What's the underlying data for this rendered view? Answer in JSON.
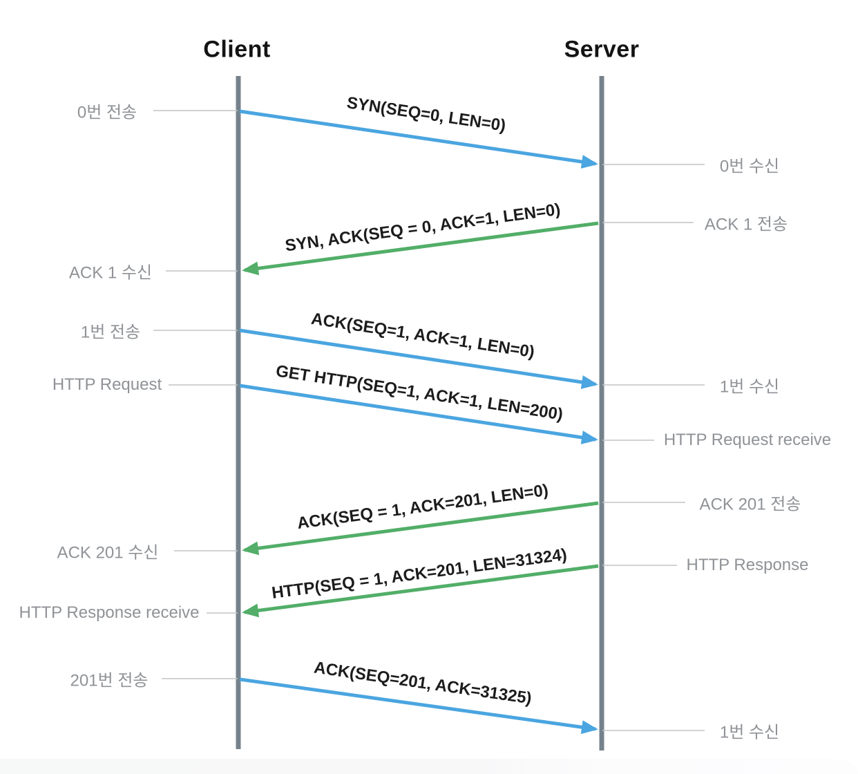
{
  "diagram": {
    "type": "sequence-diagram",
    "client_title": "Client",
    "server_title": "Server",
    "colors": {
      "client_to_server_arrow": "#4AA5E0",
      "server_to_client_arrow": "#52AE68",
      "lifeline": "#75828C",
      "connector_line": "#C0C3C5",
      "event_label": "#8F9296",
      "message_text": "#1C1C1C"
    },
    "messages": [
      {
        "text": "SYN(SEQ=0, LEN=0)",
        "from": "client",
        "to": "server",
        "color": "#4AA5E0"
      },
      {
        "text": "SYN, ACK(SEQ = 0, ACK=1, LEN=0)",
        "from": "server",
        "to": "client",
        "color": "#52AE68"
      },
      {
        "text": "ACK(SEQ=1, ACK=1, LEN=0)",
        "from": "client",
        "to": "server",
        "color": "#4AA5E0"
      },
      {
        "text": "GET HTTP(SEQ=1, ACK=1, LEN=200)",
        "from": "client",
        "to": "server",
        "color": "#4AA5E0"
      },
      {
        "text": "ACK(SEQ = 1, ACK=201, LEN=0)",
        "from": "server",
        "to": "client",
        "color": "#52AE68"
      },
      {
        "text": "HTTP(SEQ = 1, ACK=201, LEN=31324)",
        "from": "server",
        "to": "client",
        "color": "#52AE68"
      },
      {
        "text": "ACK(SEQ=201, ACK=31325)",
        "from": "client",
        "to": "server",
        "color": "#4AA5E0"
      }
    ],
    "client_events": [
      {
        "text": "0번 전송"
      },
      {
        "text": "ACK 1 수신"
      },
      {
        "text": "1번 전송"
      },
      {
        "text": "HTTP Request"
      },
      {
        "text": "ACK 201 수신"
      },
      {
        "text": "HTTP Response receive"
      },
      {
        "text": "201번 전송"
      }
    ],
    "server_events": [
      {
        "text": "0번 수신"
      },
      {
        "text": "ACK 1 전송"
      },
      {
        "text": "1번 수신"
      },
      {
        "text": "HTTP Request receive"
      },
      {
        "text": "ACK 201 전송"
      },
      {
        "text": "HTTP Response"
      },
      {
        "text": "1번 수신"
      }
    ]
  }
}
